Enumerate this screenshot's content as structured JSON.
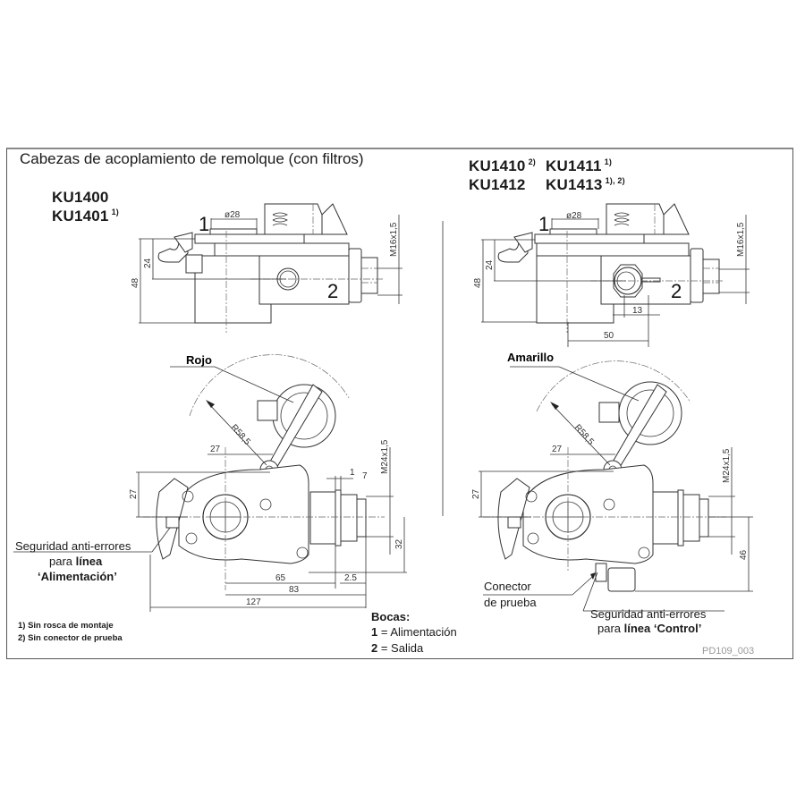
{
  "title": "Cabezas de acoplamiento de remolque (con filtros)",
  "left_models": {
    "line1": "KU1400",
    "line2": "KU1401",
    "line2_sup": "1)"
  },
  "right_models": {
    "a": "KU1410",
    "a_sup": "2)",
    "b": "KU1411",
    "b_sup": "1)",
    "c": "KU1412",
    "d": "KU1413",
    "d_sup": "1), 2)"
  },
  "dimensions": {
    "diameter": "ø28",
    "thread_small": "M16x1,5",
    "thread_large": "M24x1,5",
    "h24": "24",
    "h48": "48",
    "d13": "13",
    "d50": "50",
    "radius": "R58,5",
    "d27h": "27",
    "d27v": "27",
    "d1": "1",
    "d7": "7",
    "d32": "32",
    "d46": "46",
    "d65": "65",
    "d83": "83",
    "d127": "127",
    "d2_5": "2.5"
  },
  "ports": {
    "p1": "1",
    "p2": "2"
  },
  "labels": {
    "rojo": "Rojo",
    "amarillo": "Amarillo",
    "seg_left_1": "Seguridad anti-errores",
    "seg_left_2a": "para ",
    "seg_left_2b": "línea",
    "seg_left_3": "‘Alimentación’",
    "conector_1": "Conector",
    "conector_2": "de prueba",
    "seg_right_1": "Seguridad anti-errores",
    "seg_right_2a": "para ",
    "seg_right_2b": "línea ‘Control’"
  },
  "footnotes": [
    "1) Sin rosca de montaje",
    "2) Sin conector de prueba"
  ],
  "bocas": {
    "heading": "Bocas:",
    "items": [
      {
        "num": "1",
        "text": " = Alimentación"
      },
      {
        "num": "2",
        "text": " = Salida"
      }
    ]
  },
  "drawing_code": "PD109_003"
}
